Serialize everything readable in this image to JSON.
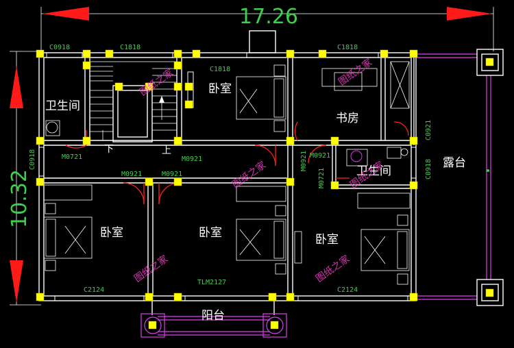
{
  "dimensions": {
    "width_label": "17.26",
    "height_label": "10.32"
  },
  "rooms": {
    "bathroom_left": "卫生间",
    "bedroom_top": "卧室",
    "study": "书房",
    "terrace": "露台",
    "bathroom_right": "卫生间",
    "bedroom_left": "卧室",
    "bedroom_center": "卧室",
    "bedroom_right": "卧室",
    "balcony": "阳台",
    "stair_down": "下",
    "stair_up": "上"
  },
  "openings": {
    "w_top_left": "C0918",
    "w_top_stair": "C1818",
    "w_top_bed": "C1818",
    "w_top_study": "C1818",
    "w_left_side": "C0918",
    "d_bath_left": "M0721",
    "d_bed_top": "M0921",
    "d_bed_left": "M0921",
    "d_bed_center": "M0921",
    "d_study": "M0921",
    "d_bath_right_a": "M0921",
    "d_bath_right_b": "M0721",
    "w_right_bath": "C0918",
    "w_study_right": "C0921",
    "w_bottom_left": "C2124",
    "w_bottom_right": "C2124",
    "d_balcony": "TLM2127"
  },
  "watermarks": [
    "图纸之家",
    "图纸之家",
    "图纸之家",
    "图纸之家",
    "图纸之家",
    "图纸之家"
  ]
}
